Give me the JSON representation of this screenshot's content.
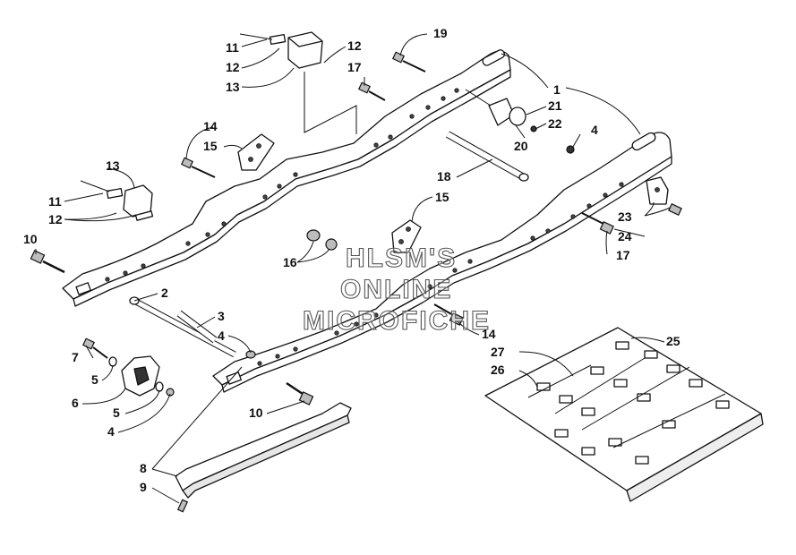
{
  "watermark": {
    "line1": "HLSM'S",
    "line2": "ONLINE",
    "line3": "MICROFICHE"
  },
  "callouts": [
    "1",
    "2",
    "3",
    "4",
    "4",
    "4",
    "5",
    "5",
    "6",
    "7",
    "8",
    "9",
    "10",
    "10",
    "11",
    "11",
    "12",
    "12",
    "12",
    "13",
    "13",
    "14",
    "14",
    "15",
    "15",
    "16",
    "17",
    "17",
    "18",
    "19",
    "20",
    "21",
    "22",
    "23",
    "24",
    "25",
    "26",
    "27"
  ]
}
